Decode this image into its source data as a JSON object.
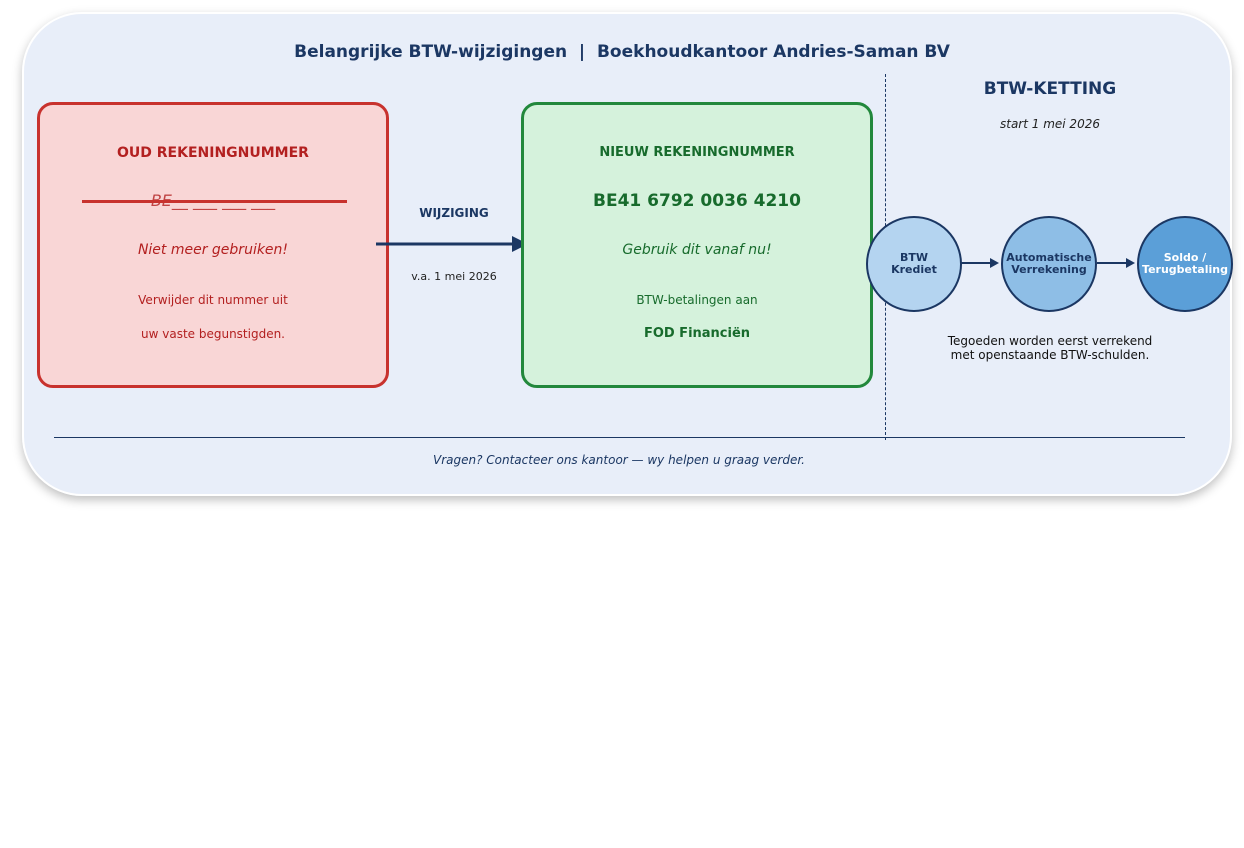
{
  "title": "Belangrijke BTW-wijzigingen  |  Boekhoudkantoor Andries-Saman BV",
  "old": {
    "heading": "OUD REKENINGNUMMER",
    "number": "BE__ ___ ___ ___",
    "warning": "Niet meer gebruiken!",
    "line1": "Verwijder dit nummer uit",
    "line2": "uw vaste begunstigden."
  },
  "change": {
    "label": "WIJZIGING",
    "date": "v.a. 1 mei 2026"
  },
  "new": {
    "heading": "NIEUW REKENINGNUMMER",
    "number": "BE41 6792 0036 4210",
    "note": "Gebruik dit vanaf nu!",
    "line1": "BTW-betalingen aan",
    "line2": "FOD Financiën"
  },
  "chain": {
    "heading": "BTW-KETTING",
    "subtitle": "start 1 mei 2026",
    "steps": [
      {
        "l1": "BTW",
        "l2": "Krediet"
      },
      {
        "l1": "Automatische",
        "l2": "Verrekening"
      },
      {
        "l1": "Soldo /",
        "l2": "Terugbetaling"
      }
    ],
    "note1": "Tegoeden worden eerst verrekend",
    "note2": "met openstaande BTW-schulden."
  },
  "footer": "Vragen? Contacteer ons kantoor — wy helpen u graag verder.",
  "colors": {
    "old": "#c8322e",
    "new": "#22883c",
    "navy": "#1b3763"
  }
}
